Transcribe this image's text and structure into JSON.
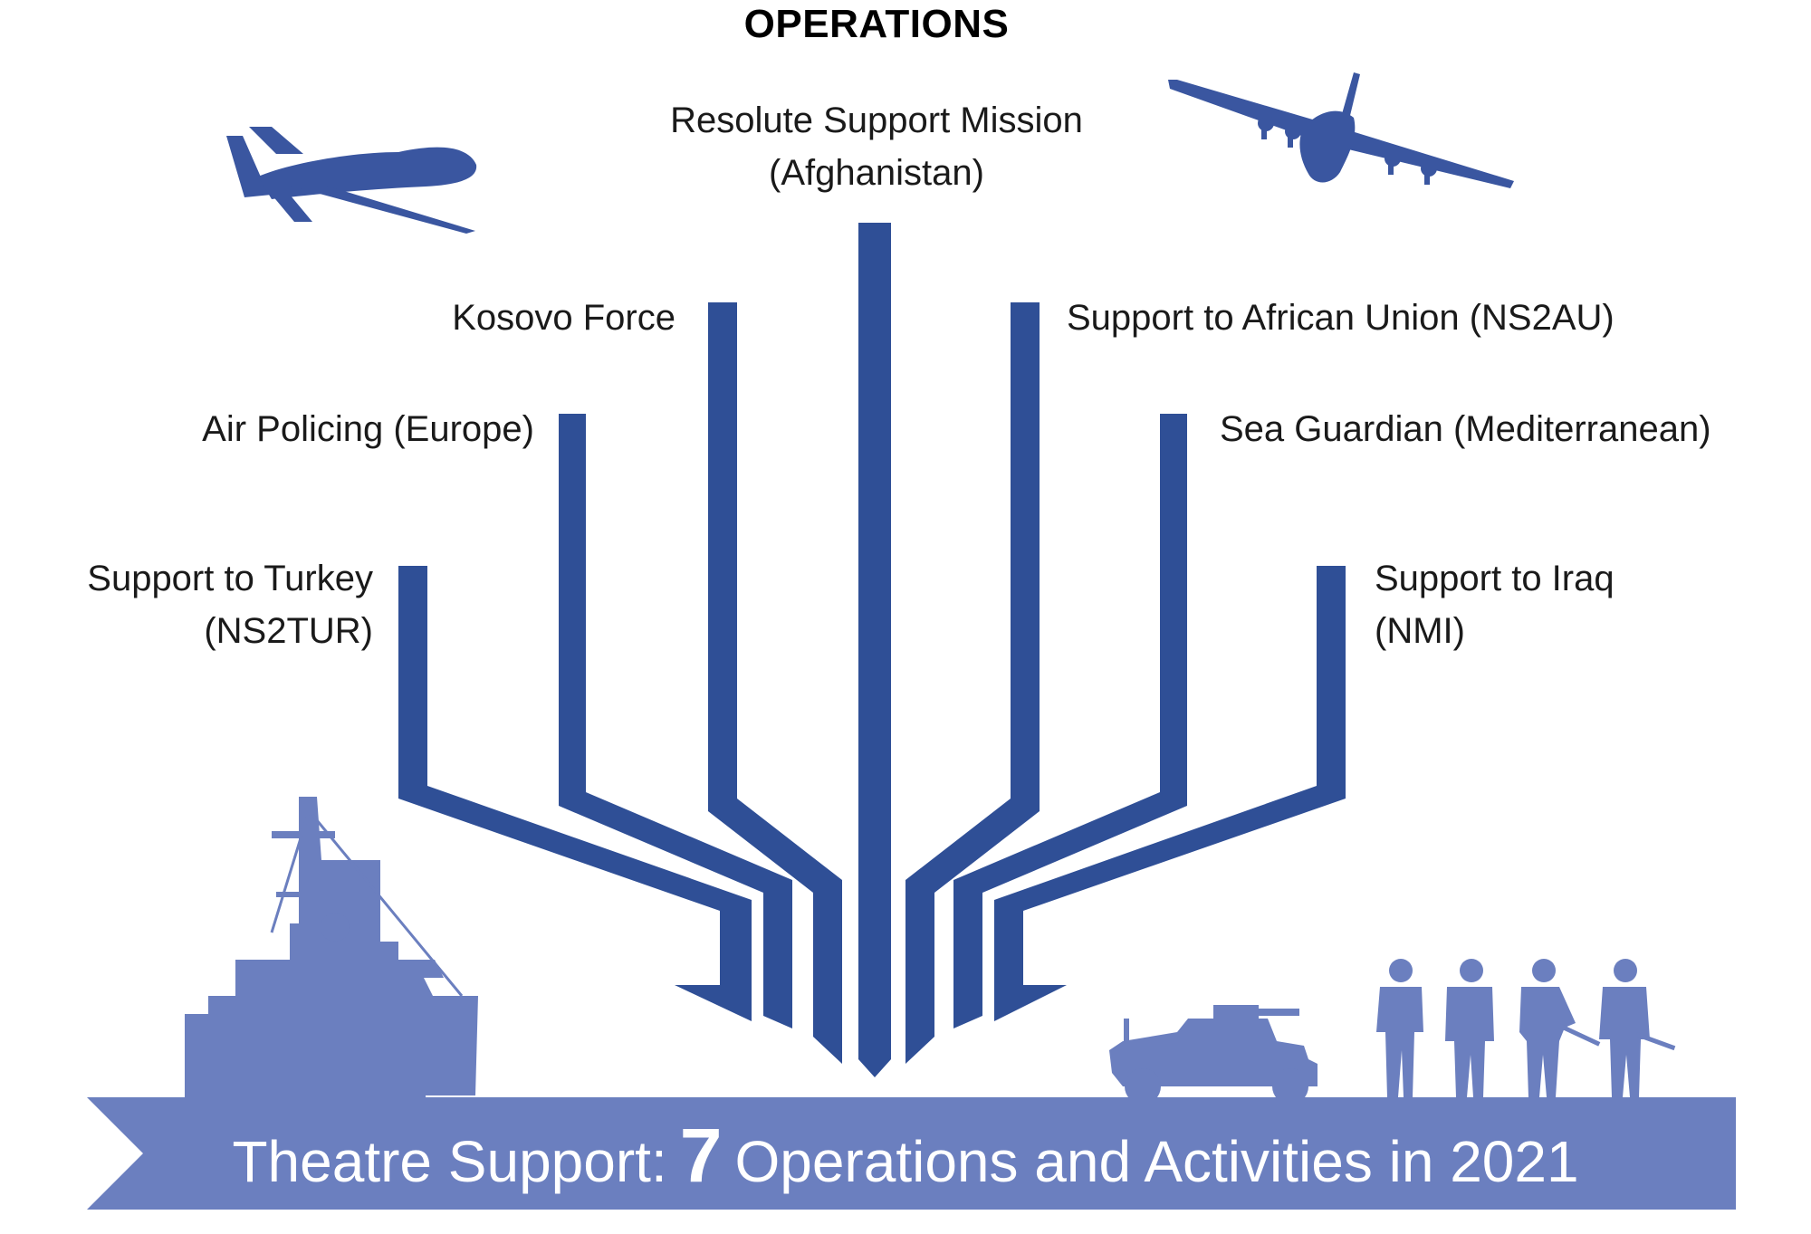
{
  "title": "OPERATIONS",
  "operations": {
    "center": {
      "line1": "Resolute Support Mission",
      "line2": "(Afghanistan)"
    },
    "kosovo": "Kosovo Force",
    "air_policing": "Air Policing (Europe)",
    "turkey": {
      "line1": "Support to Turkey",
      "line2": "(NS2TUR)"
    },
    "african_union": "Support to African Union (NS2AU)",
    "sea_guardian": "Sea Guardian (Mediterranean)",
    "iraq": {
      "line1": "Support to Iraq",
      "line2": "(NMI)"
    }
  },
  "banner": {
    "prefix": "Theatre Support:",
    "count": "7",
    "suffix": "Operations and Activities in 2021"
  },
  "colors": {
    "arrow_blue": "#2f4f96",
    "silhouette_blue": "#6b7fbf",
    "aircraft_blue": "#3a56a0"
  },
  "icons": [
    "drone-icon",
    "transport-plane-icon",
    "ship-icon",
    "humvee-icon",
    "soldiers-icon"
  ]
}
